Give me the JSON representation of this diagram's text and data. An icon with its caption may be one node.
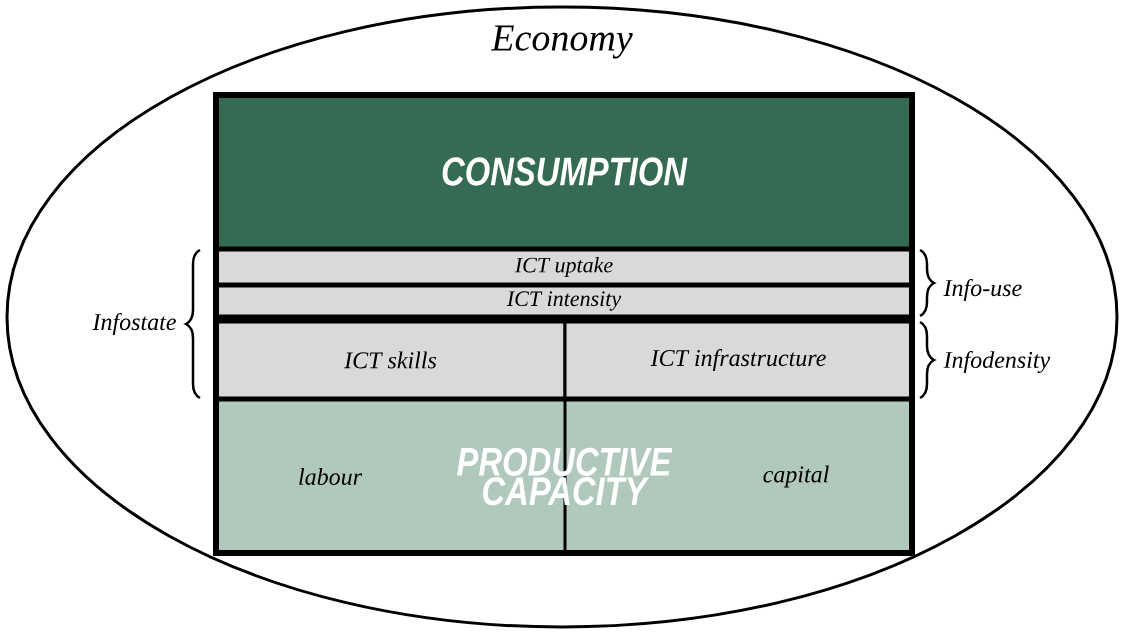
{
  "diagram": {
    "nodes": [
      {
        "text": [
          "Economy"
        ]
      },
      {
        "text": [
          "CONSUMPTION"
        ],
        "in": 0
      },
      {
        "text": [
          "ICT uptake"
        ],
        "in": 0
      },
      {
        "text": [
          "ICT intensity"
        ],
        "in": 0
      },
      {
        "text": [
          "ICT skills"
        ],
        "in": 0
      },
      {
        "text": [
          "ICT infrastructure"
        ],
        "in": 0
      },
      {
        "text": [
          "labour",
          "PRODUCTIVE CAPACITY",
          "capital"
        ],
        "in": 0
      }
    ],
    "labels": [
      "Infostate",
      "Info-use",
      "Infodensity"
    ]
  }
}
